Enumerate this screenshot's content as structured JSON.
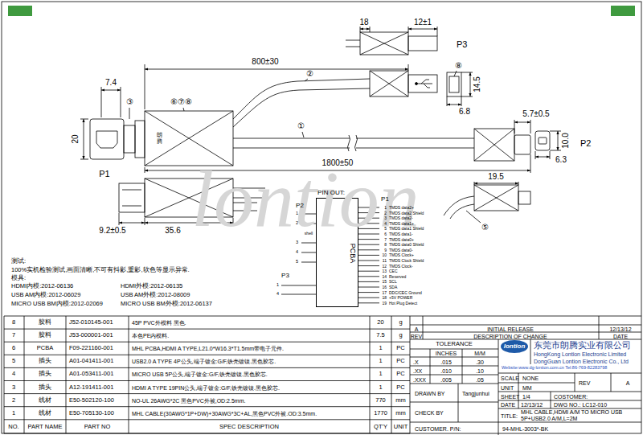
{
  "diagram": {
    "nodes": [
      {
        "text": [
          "PCBA"
        ]
      }
    ],
    "labels": [
      "lontion",
      "18",
      "12±1",
      "P3",
      "800±30",
      "⑧",
      "7.4",
      "②",
      "14.5",
      "③",
      "⑥⑦⑧",
      "6.8",
      "5.7±0.5",
      "①",
      "20",
      "10.0",
      "P2",
      "6.3",
      "1800±50",
      "P1",
      "19.5",
      "⑤",
      "9.2±0.5",
      "35.6",
      "PIN OUT:",
      "P2",
      "P1",
      "P3",
      "1",
      "2",
      "3",
      "4",
      "5",
      "shell",
      "1",
      "4",
      "1",
      "2",
      "3",
      "4",
      "5",
      "6",
      "7",
      "8",
      "9",
      "10",
      "11",
      "12",
      "13",
      "14",
      "15",
      "16",
      "17",
      "18",
      "19",
      "TMDS data2+",
      "TMDS data2 Shield",
      "TMDS data2-",
      "TMDS data1+",
      "TMDS data1 Shield",
      "TMDS data1-",
      "TMDS data0+",
      "TMDS data0 Shield",
      "TMDS data0-",
      "TMDS Clock+",
      "TMDS Clock Shield",
      "TMDS Clock-",
      "CEC",
      "Reserved",
      "SCL",
      "SDA",
      "DDC/CEC Ground",
      "+5V POWER",
      "Hot Plug Detect",
      "测试:",
      "100%实机检验测试,画面清晰,不可有抖影,重影,软色等显示异常.",
      "模具:",
      "HDMI内模:2012-06136",
      "HDMI外模:2012-06135",
      "USB AM内模:2012-06029",
      "USB AM外模:2012-08009",
      "MICRO USB BM内模:2012-02069",
      "MICRO USB BM外模:2012-06137",
      "8",
      "胶料",
      "J52-010145-001",
      "45P PVC外模料 黑色.",
      "20",
      "g",
      "7",
      "胶料",
      "J53-000001-001",
      "本色PE内模料.",
      "7.5",
      "g",
      "6",
      "PCBA",
      "F09-221160-001",
      "MHL PCBA,HDMI A TYPE,L21.0*W16.3*T1.5mm带电子元件.",
      "1",
      "PC",
      "5",
      "插头",
      "A01-041411-001",
      "USB2.0 A TYPE 4P公头,端子镀金:G/F,铁壳镀镍.黑色胶芯.",
      "1",
      "PC",
      "4",
      "插头",
      "A01-053411-001",
      "MICRO USB 5P公头,端子镀金:G/F,铁壳镀镍.黑色胶芯.",
      "1",
      "PC",
      "3",
      "插头",
      "A12-191411-001",
      "HDMI A TYPE 19PIN公头,端子镀金:G/F,铁壳镀镍.黑色胶芯.",
      "1",
      "PC",
      "2",
      "线材",
      "E50-502120-100",
      "NO-UL 26AWG*2C 黑色PVC外被,OD:2.5mm.",
      "770",
      "mm",
      "1",
      "线材",
      "E50-705130-100",
      "MHL CABLE(30AWG*1P+DW)+30AWG*3C+AL,黑色PVC外被.OD:3.5mm.",
      "1770",
      "mm",
      "NO.",
      "PART NAME",
      "PART NO",
      "SPEC DESCRIPTION",
      "QT'Y",
      "UNIT",
      "A",
      "INITIAL RELEASE",
      "12/13/12",
      "REV",
      "DESCRIPTION OF CHANGE",
      "DATE",
      "TOLERANCE",
      "INCHES",
      "M/M",
      ".X",
      ".015",
      ".30",
      ".XX",
      ".010",
      ".10",
      ".XXX",
      ".005",
      ".05",
      "lontion",
      "东莞市朗腾实业有限公司",
      "HongKong Lontion Electronic Limited",
      "DongGuan Lontion Electronic Co., Ltd",
      "Website:www.dg-lontion.com.cn Tel:86-769-82283798",
      "SCALE",
      "NONE",
      "REV",
      "A",
      "UNIT",
      "MM",
      "DRAWN BY",
      "Tangjunhui",
      "SHEET",
      "1/4",
      "COSTOMER:",
      "DATE",
      "12/13/12",
      "DWG NO.: LC12-010",
      "CHECK BY",
      "TITLE:",
      "MHL CABLE,HDMI A/M TO MICRO USB 5P+USB2.0 A/M,L=2M",
      "CUSTOMER. P/N:",
      "94-MHL-3003*-BK",
      "朗腾"
    ]
  }
}
